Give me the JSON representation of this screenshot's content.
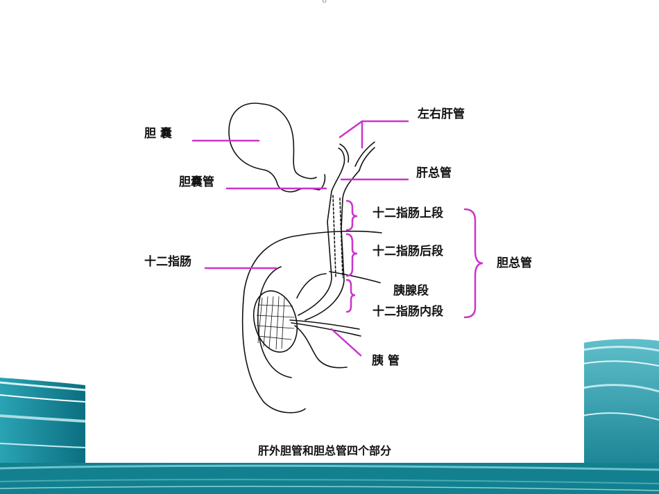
{
  "page_number": "6",
  "colors": {
    "pointer_line": "#cc33cc",
    "anatomy_stroke": "#111111",
    "wave_dark": "#0e7f8f",
    "wave_light": "#7cc9d2",
    "background": "#ffffff"
  },
  "labels": {
    "gallbladder": "胆 囊",
    "cystic_duct": "胆囊管",
    "duodenum": "十二指肠",
    "left_right_hepatic_duct": "左右肝管",
    "common_hepatic_duct": "肝总管",
    "supraduodenal_segment": "十二指肠上段",
    "retroduodenal_segment": "十二指肠后段",
    "pancreatic_segment": "胰腺段",
    "intraduodenal_segment": "十二指肠内段",
    "common_bile_duct": "胆总管",
    "pancreatic_duct": "胰 管"
  },
  "caption": "肝外胆管和胆总管四个部分"
}
